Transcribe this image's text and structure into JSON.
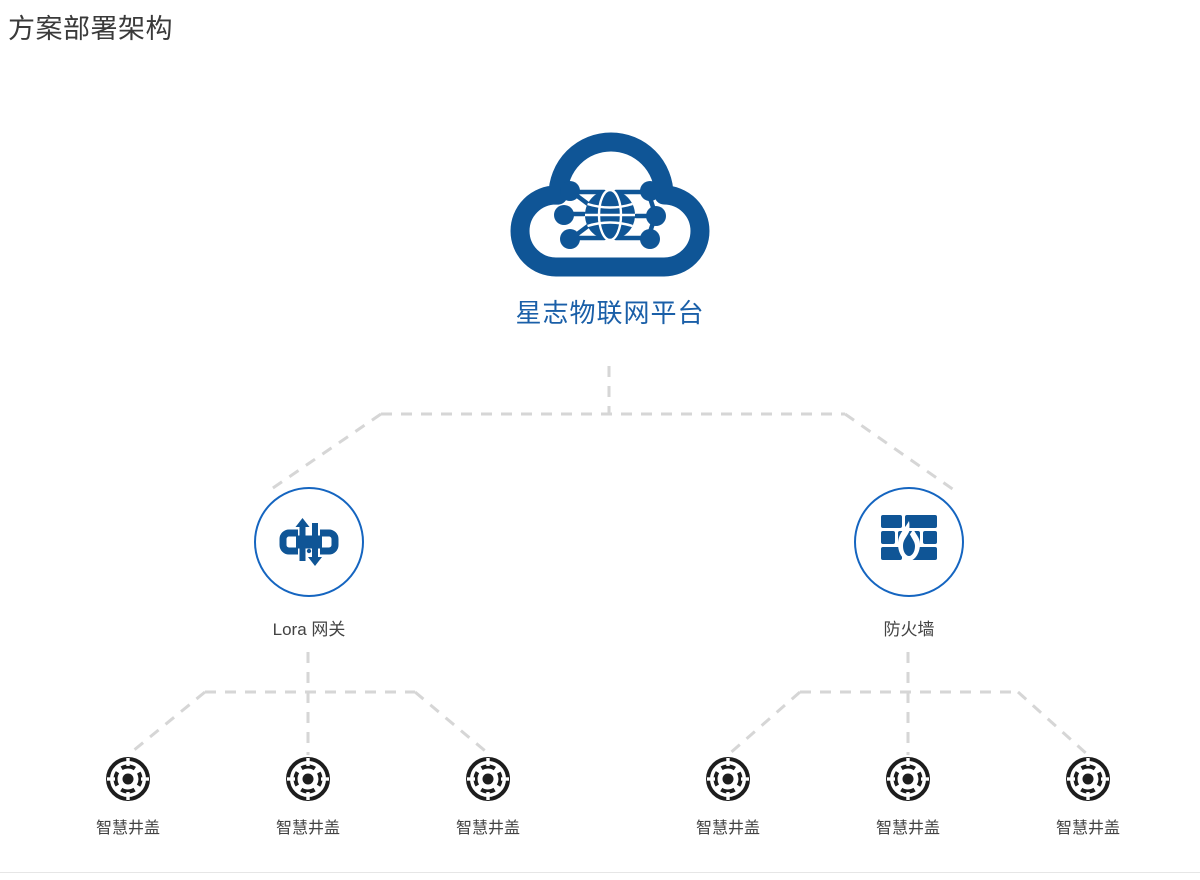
{
  "page": {
    "title": "方案部署架构",
    "background_color": "#ffffff",
    "title_color": "#3a3a3a"
  },
  "colors": {
    "brand_blue": "#0f5596",
    "circle_border_blue": "#1565c0",
    "platform_label_blue": "#1a5fa8",
    "connector_gray": "#d6d6d6",
    "leaf_icon_dark": "#1d1d1d",
    "label_gray": "#434343",
    "divider_gray": "#e6e6e6"
  },
  "diagram": {
    "platform": {
      "label": "星志物联网平台",
      "icon": "cloud-network-icon"
    },
    "middle_nodes": [
      {
        "label": "Lora 网关",
        "icon": "gateway-icon"
      },
      {
        "label": "防火墙",
        "icon": "firewall-icon"
      }
    ],
    "leaf_nodes": [
      {
        "label": "智慧井盖",
        "icon": "manhole-cover-icon"
      },
      {
        "label": "智慧井盖",
        "icon": "manhole-cover-icon"
      },
      {
        "label": "智慧井盖",
        "icon": "manhole-cover-icon"
      },
      {
        "label": "智慧井盖",
        "icon": "manhole-cover-icon"
      },
      {
        "label": "智慧井盖",
        "icon": "manhole-cover-icon"
      },
      {
        "label": "智慧井盖",
        "icon": "manhole-cover-icon"
      }
    ],
    "connector_style": "dashed"
  }
}
